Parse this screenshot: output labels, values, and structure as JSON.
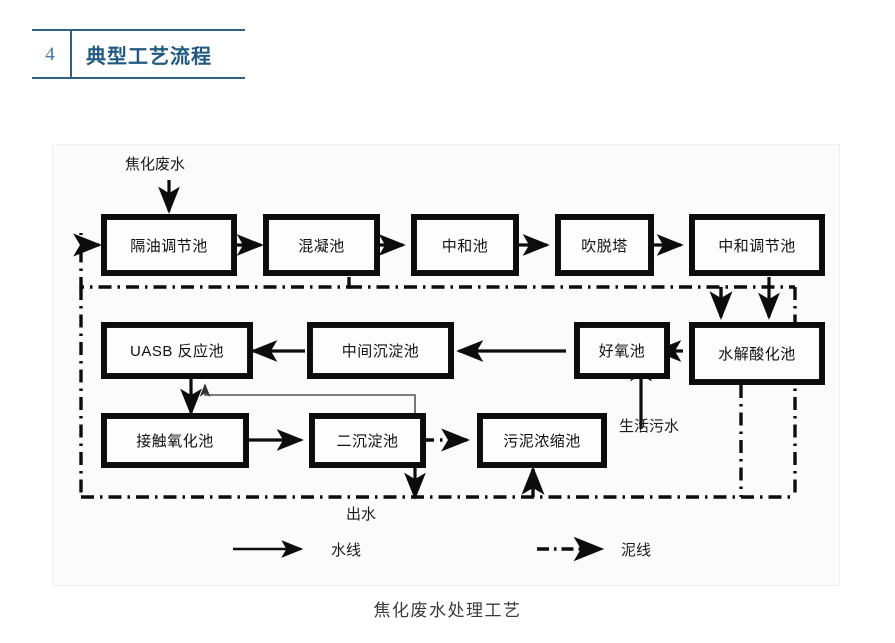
{
  "header": {
    "number": "4",
    "title": "典型工艺流程",
    "accent_color": "#2e6389",
    "number_color": "#3b7ba3"
  },
  "figure": {
    "caption": "焦化废水处理工艺",
    "background": "#fbfbfb",
    "line_color": "#0c0c0c"
  },
  "diagram": {
    "type": "flowchart",
    "inputs": [
      {
        "id": "in-coking",
        "label": "焦化废水",
        "target": "gyTjc"
      },
      {
        "id": "in-domestic",
        "label": "生活污水",
        "target": "hyc"
      }
    ],
    "outputs": [
      {
        "id": "out-effluent",
        "label": "出水",
        "source": "echendc"
      }
    ],
    "nodes": [
      {
        "id": "gyTjc",
        "label": "隔油调节池",
        "row": 1
      },
      {
        "id": "hnc",
        "label": "混凝池",
        "row": 1
      },
      {
        "id": "zhc",
        "label": "中和池",
        "row": 1
      },
      {
        "id": "ctt",
        "label": "吹脱塔",
        "row": 1
      },
      {
        "id": "zhtjc",
        "label": "中和调节池",
        "row": 1
      },
      {
        "id": "uasb",
        "label": "UASB 反应池",
        "row": 2
      },
      {
        "id": "zjcdc",
        "label": "中间沉淀池",
        "row": 2
      },
      {
        "id": "hyc",
        "label": "好氧池",
        "row": 2
      },
      {
        "id": "sjsh",
        "label": "水解酸化池",
        "row": 2
      },
      {
        "id": "jcyhc",
        "label": "接触氧化池",
        "row": 3
      },
      {
        "id": "echendc",
        "label": "二沉淀池",
        "row": 3
      },
      {
        "id": "wnnsc",
        "label": "污泥浓缩池",
        "row": 3
      }
    ],
    "edges": [
      {
        "from": "gyTjc",
        "to": "hnc",
        "kind": "water"
      },
      {
        "from": "hnc",
        "to": "zhc",
        "kind": "water"
      },
      {
        "from": "zhc",
        "to": "ctt",
        "kind": "water"
      },
      {
        "from": "ctt",
        "to": "zhtjc",
        "kind": "water"
      },
      {
        "from": "zhtjc",
        "to": "sjsh",
        "kind": "water"
      },
      {
        "from": "sjsh",
        "to": "hyc",
        "kind": "water"
      },
      {
        "from": "hyc",
        "to": "zjcdc",
        "kind": "water"
      },
      {
        "from": "zjcdc",
        "to": "uasb",
        "kind": "water"
      },
      {
        "from": "uasb",
        "to": "jcyhc",
        "kind": "water"
      },
      {
        "from": "jcyhc",
        "to": "echendc",
        "kind": "water"
      },
      {
        "from": "echendc",
        "to": "uasb",
        "kind": "recycle"
      },
      {
        "from": "echendc",
        "to": "wnnsc",
        "kind": "sludge"
      },
      {
        "from": "hnc",
        "to": "gyTjc",
        "kind": "sludge"
      },
      {
        "from": "sjsh",
        "to": "wnnsc",
        "kind": "sludge"
      }
    ]
  },
  "legend": {
    "items": [
      {
        "id": "legend-water",
        "symbol": "solid-arrow",
        "label": "水线"
      },
      {
        "id": "legend-sludge",
        "symbol": "dashdot-arrow",
        "label": "泥线"
      }
    ]
  }
}
